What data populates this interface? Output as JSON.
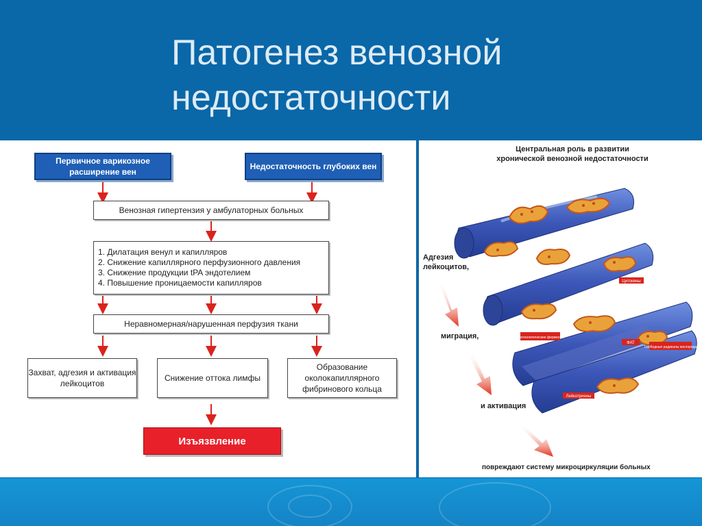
{
  "title": {
    "line1": "Патогенез венозной",
    "line2": "недостаточности"
  },
  "flowchart": {
    "primary_varicose": "Первичное варикозное расширение вен",
    "deep_insufficiency": "Недостаточность глубоких вен",
    "hypertension": "Венозная гипертензия у амбулаторных больных",
    "mechanisms": [
      "1. Дилатация венул и капилляров",
      "2. Снижение капиллярного перфузионного давления",
      "3. Снижение продукции tPA эндотелием",
      "4. Повышение  проницаемости капилляров"
    ],
    "perfusion": "Неравномерная/нарушенная перфузия ткани",
    "leukocytes": "Захват, адгезия и активация лейкоцитов",
    "lymph": "Снижение оттока лимфы",
    "fibrin": "Образование околокапиллярного фибринового кольца",
    "ulcer": "Изъязвление"
  },
  "illustration": {
    "title_line1": "Центральная роль в развитии",
    "title_line2": "хронической венозной недостаточности",
    "adhesion_line1": "Адгезия",
    "adhesion_line2": "лейкоцитов,",
    "migration": "миграция,",
    "activation": "и активация",
    "damage": "повреждают систему микроциркуляции больных",
    "label_cytokines": "Цитокины",
    "label_proteolytic": "Протеолитические ферменты",
    "label_fat": "ФАТ",
    "label_radicals": "Свободные радикалы кислорода",
    "label_leukotrienes": "Лейкотриены"
  },
  "colors": {
    "header_bg": "#0a67a8",
    "flow_blue": "#1f5fb5",
    "ulcer_red": "#e8202a",
    "arrow_red": "#d9241d",
    "vessel_blue": "#3c57b8"
  }
}
